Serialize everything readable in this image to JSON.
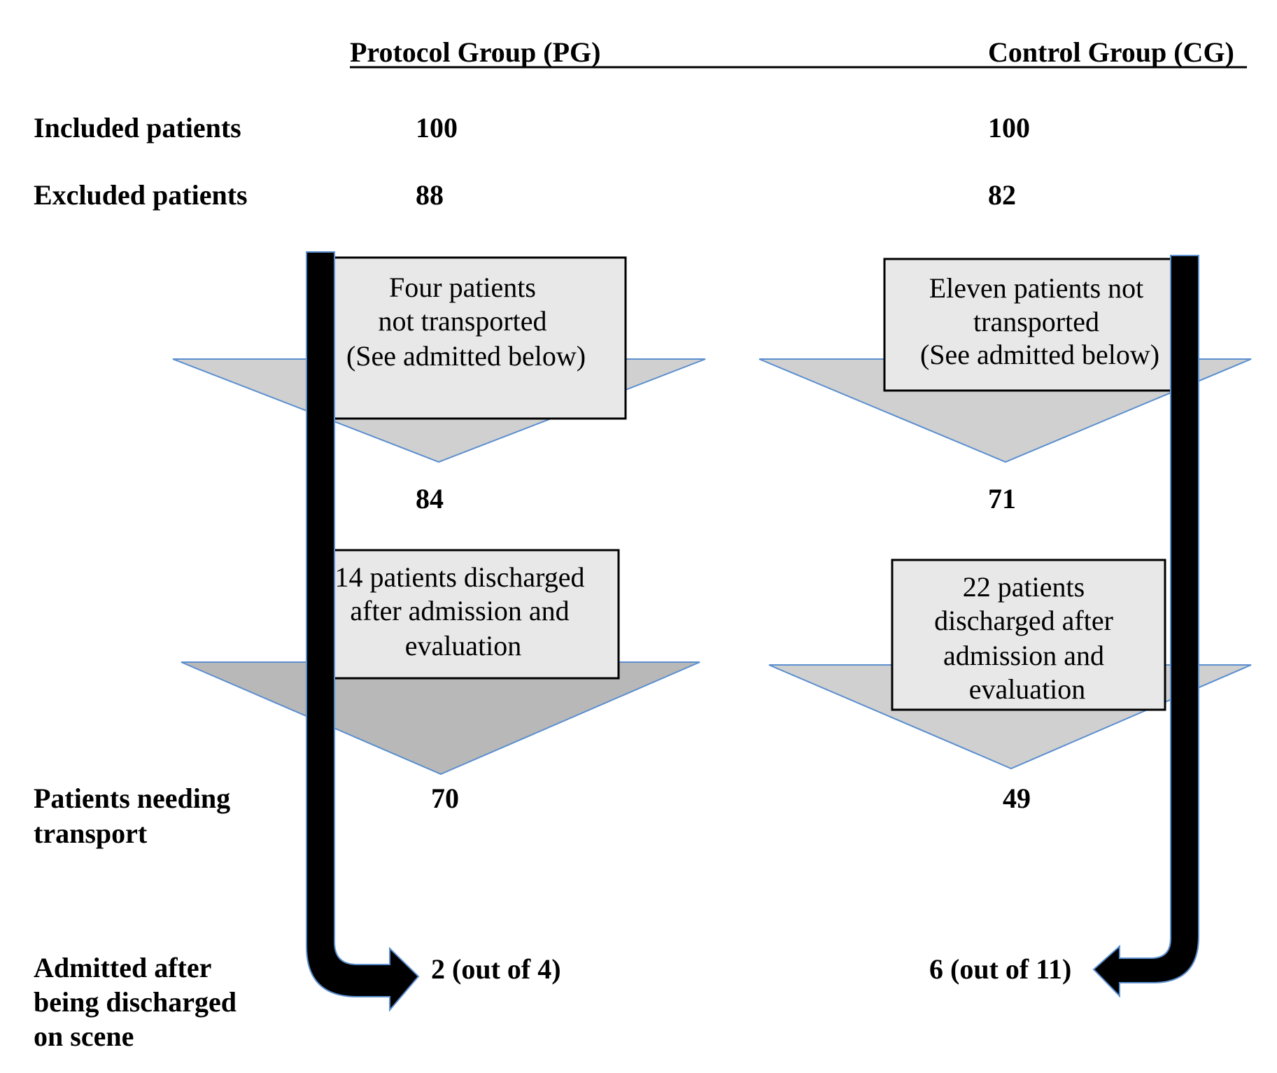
{
  "header": {
    "protocol_group": "Protocol Group (PG)",
    "control_group": "Control Group (CG)"
  },
  "rows": {
    "included": {
      "label": "Included patients",
      "pg": "100",
      "cg": "100"
    },
    "excluded": {
      "label": "Excluded patients",
      "pg": "88",
      "cg": "82"
    },
    "after_first": {
      "pg": "84",
      "cg": "71"
    },
    "needing_transport": {
      "label_lines": [
        "Patients needing",
        "transport"
      ],
      "pg": "70",
      "cg": "49"
    },
    "admitted": {
      "label_lines": [
        "Admitted after",
        "being discharged",
        "on scene"
      ],
      "pg": "2 (out of 4)",
      "cg": "6 (out of 11)"
    }
  },
  "boxes": {
    "pg_not_transported": [
      "Four patients",
      "not transported",
      "(See admitted below)"
    ],
    "cg_not_transported": [
      "Eleven patients not",
      "transported",
      "(See admitted below)"
    ],
    "pg_discharged": [
      "14 patients discharged",
      "after admission and",
      "evaluation"
    ],
    "cg_discharged": [
      "22 patients",
      "discharged after",
      "admission and",
      "evaluation"
    ]
  },
  "colors": {
    "funnel_light": "#d0d0d0",
    "funnel_dark": "#b8b8b8",
    "funnel_edge": "#5b8fcf",
    "box_fill": "#e8e8e8",
    "arrow": "#000000"
  }
}
